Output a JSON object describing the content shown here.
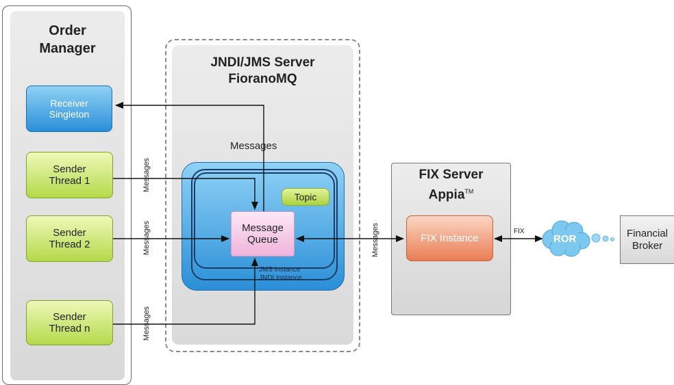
{
  "order_manager": {
    "title_line1": "Order",
    "title_line2": "Manager",
    "receiver": {
      "line1": "Receiver",
      "line2": "Singleton"
    },
    "senders": [
      {
        "line1": "Sender",
        "line2": "Thread 1"
      },
      {
        "line1": "Sender",
        "line2": "Thread 2"
      },
      {
        "line1": "Sender",
        "line2": "Thread n"
      }
    ]
  },
  "jms_server": {
    "title_line1": "JNDI/JMS Server",
    "title_line2": "FioranoMQ",
    "messages_label": "Messages",
    "topic_label": "Topic",
    "queue": {
      "line1": "Message",
      "line2": "Queue"
    },
    "jms_instance_label": "JMS Instance",
    "jndi_instance_label": "JNDI Instance"
  },
  "fix_server": {
    "title_line1": "FIX Server",
    "title_line2": "Appia",
    "trademark": "TM",
    "instance_label": "FIX Instance"
  },
  "edge_labels": {
    "messages": "Messages",
    "fix": "FIX"
  },
  "ror_label": "ROR",
  "broker": {
    "line1": "Financial",
    "line2": "Broker"
  },
  "colors": {
    "receiver_fill": "#3a9fe0",
    "sender_fill": "#c5e06a",
    "queue_fill": "#f5c8e6",
    "topic_fill": "#c9e86a",
    "jms_cloud_fill": "#3a9fde",
    "fix_instance_fill": "#ee8d68",
    "ror_cloud": "#7cc8ef"
  }
}
